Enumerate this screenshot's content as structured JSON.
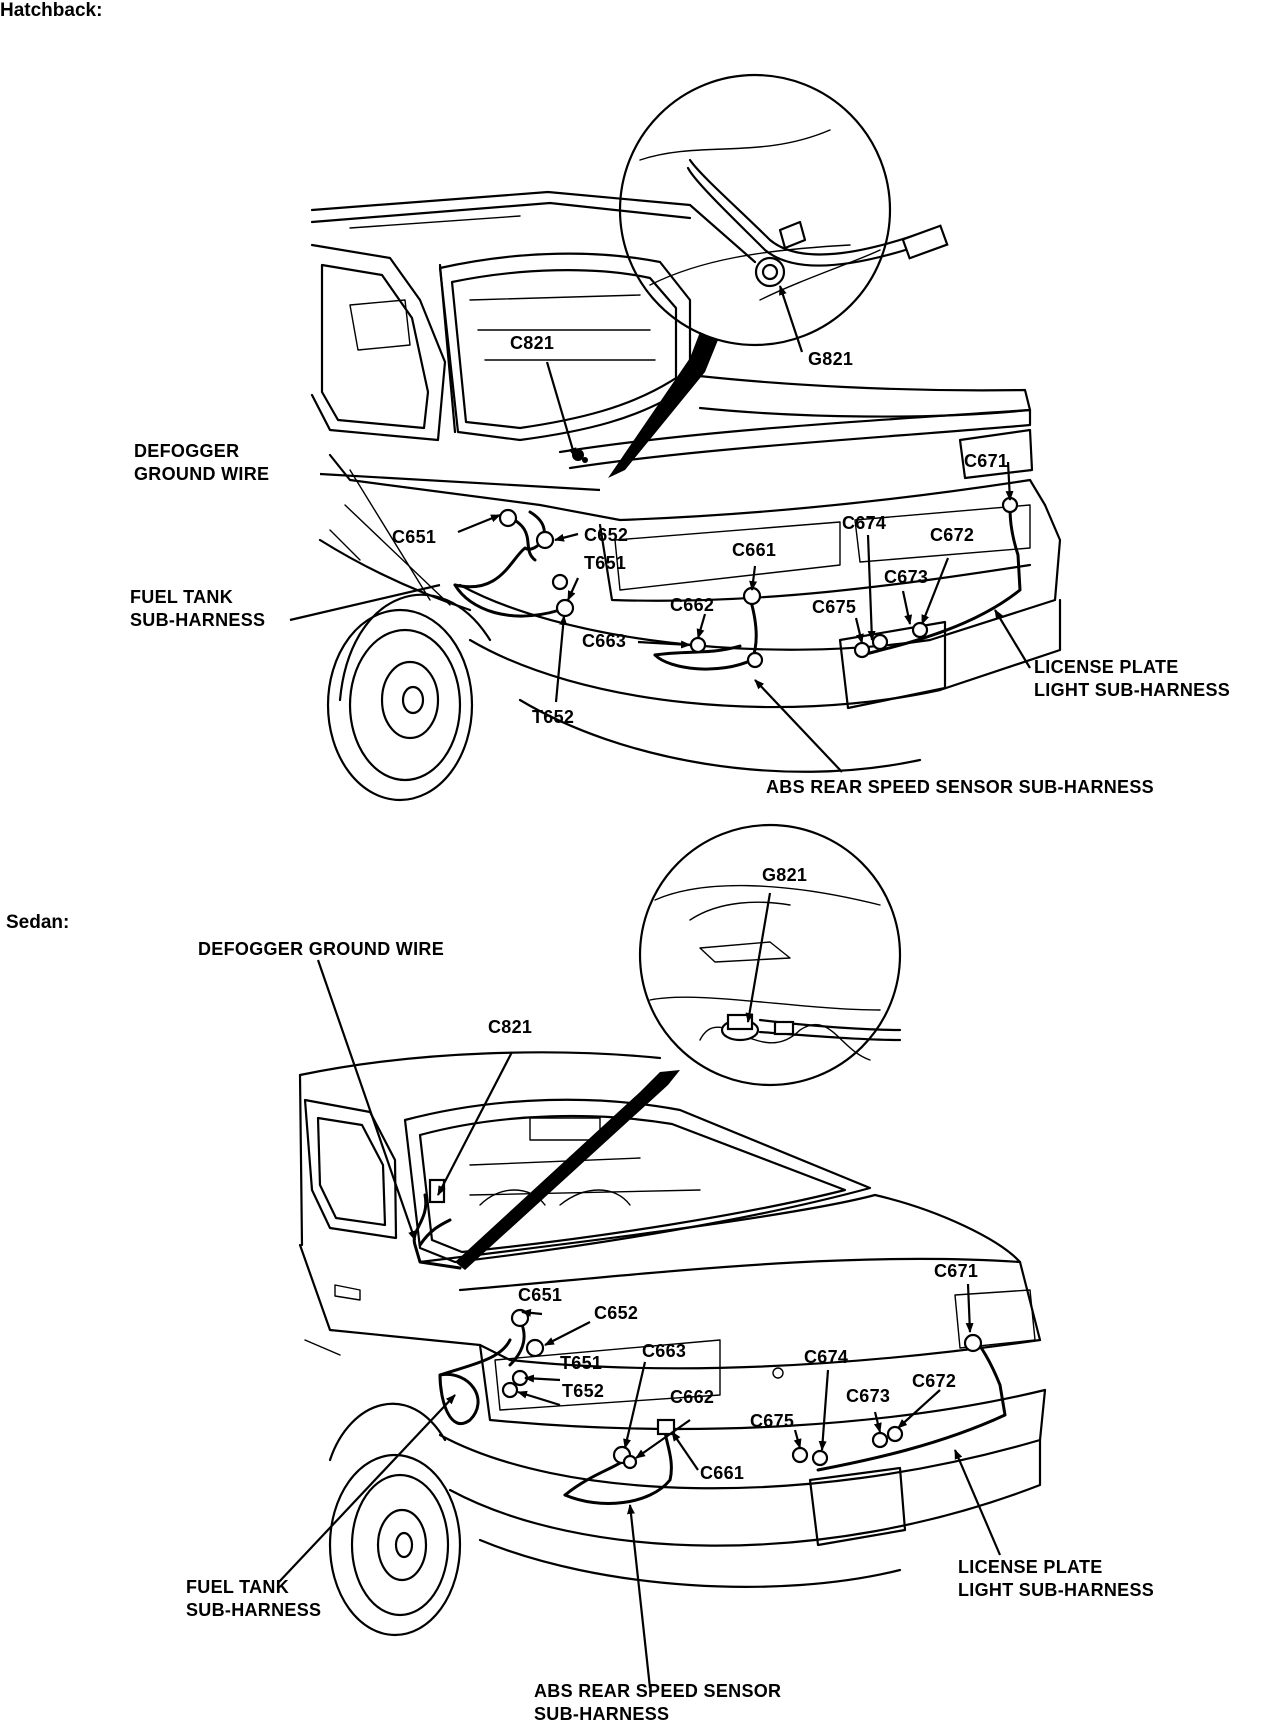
{
  "hatchback": {
    "title": "Hatchback:",
    "labels": {
      "c821": "C821",
      "g821": "G821",
      "defogger_ground_wire": "DEFOGGER\nGROUND WIRE",
      "c671": "C671",
      "c674": "C674",
      "c672": "C672",
      "c651": "C651",
      "c652": "C652",
      "c661": "C661",
      "t651": "T651",
      "c673": "C673",
      "c662": "C662",
      "c675": "C675",
      "fuel_tank_sub_harness": "FUEL TANK\nSUB-HARNESS",
      "c663": "C663",
      "license_plate_light_sub_harness": "LICENSE PLATE\nLIGHT SUB-HARNESS",
      "t652": "T652",
      "abs_rear_speed_sensor_sub_harness": "ABS REAR SPEED SENSOR SUB-HARNESS"
    }
  },
  "sedan": {
    "title": "Sedan:",
    "labels": {
      "g821": "G821",
      "defogger_ground_wire": "DEFOGGER GROUND WIRE",
      "c821": "C821",
      "c671": "C671",
      "c651": "C651",
      "c652": "C652",
      "c663": "C663",
      "t651": "T651",
      "c674": "C674",
      "t652": "T652",
      "c673": "C673",
      "c672": "C672",
      "c662": "C662",
      "c675": "C675",
      "c661": "C661",
      "fuel_tank_sub_harness": "FUEL TANK\nSUB-HARNESS",
      "license_plate_light_sub_harness": "LICENSE PLATE\nLIGHT SUB-HARNESS",
      "abs_rear_speed_sensor_sub_harness": "ABS REAR SPEED SENSOR\nSUB-HARNESS"
    }
  }
}
